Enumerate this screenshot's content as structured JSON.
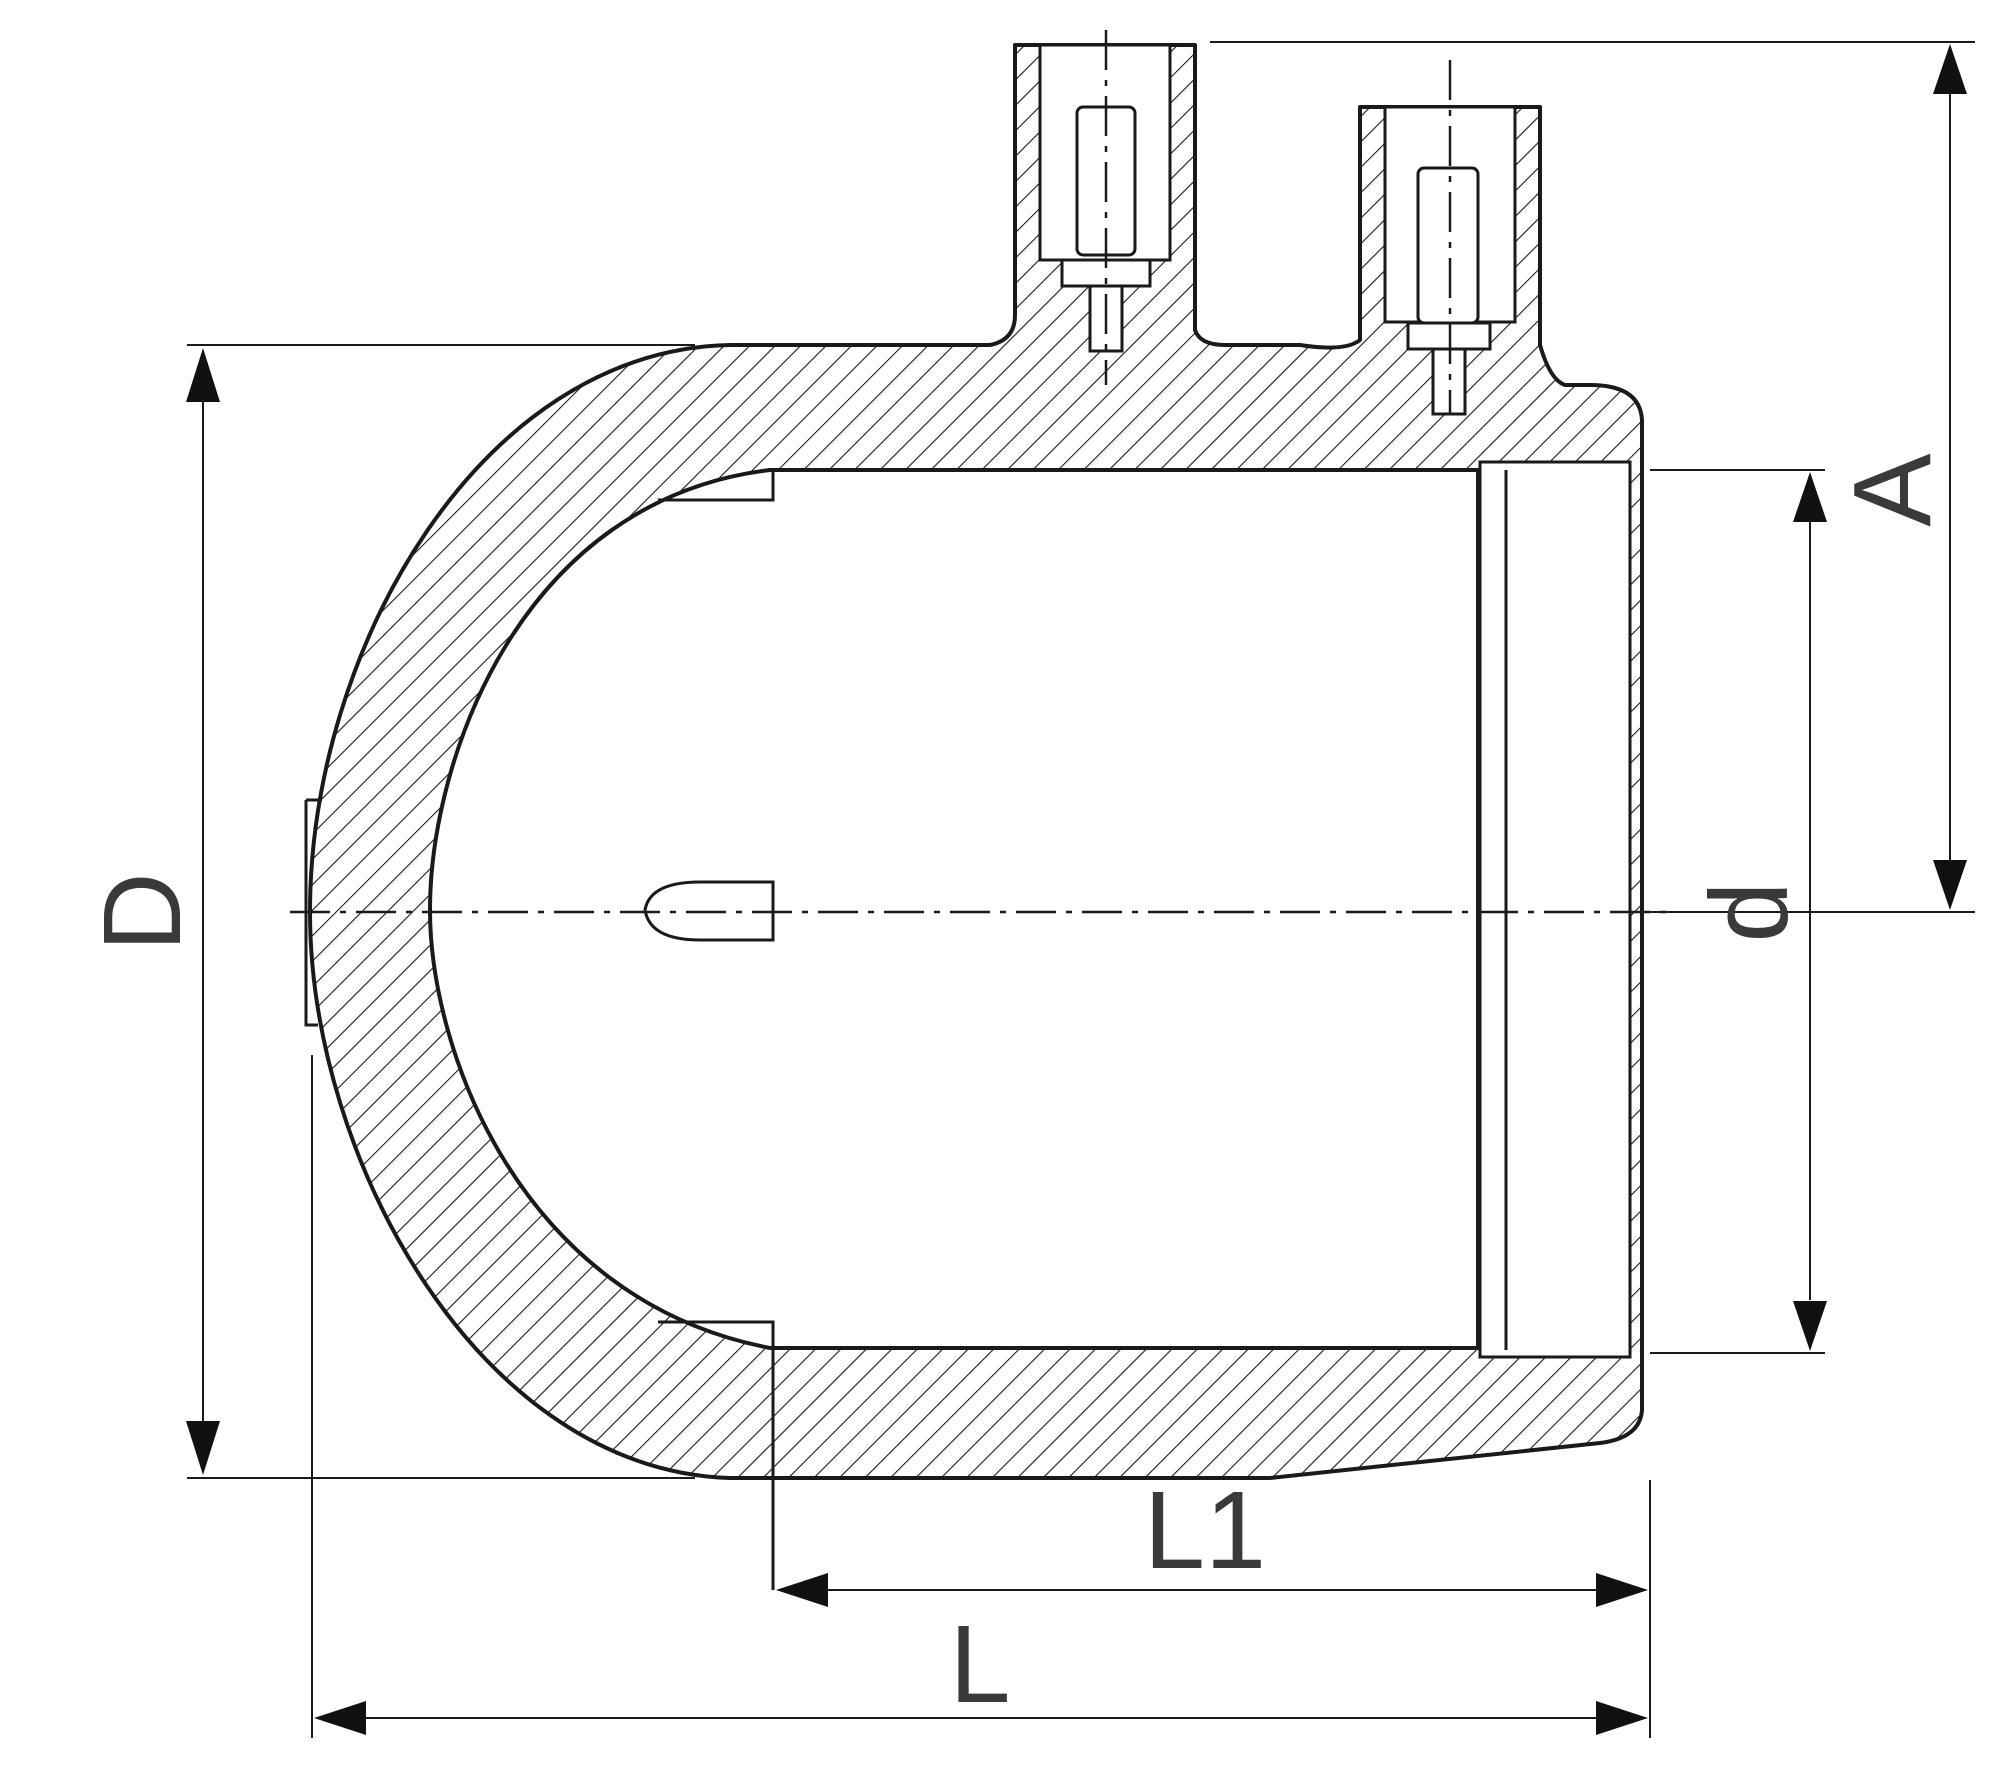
{
  "dimensions": {
    "outer_diameter": "D",
    "inner_diameter": "d",
    "terminal_height": "A",
    "overall_length": "L",
    "socket_length": "L1"
  }
}
